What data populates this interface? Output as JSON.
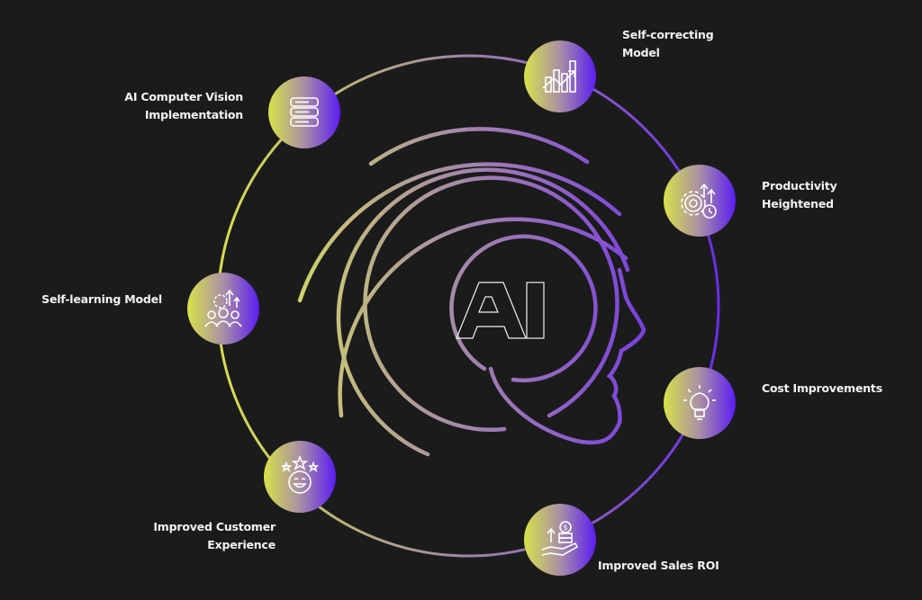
{
  "center_label": "AI",
  "colors": {
    "background": "#1b1b1b",
    "gradient_start": "#d8e24a",
    "gradient_mid": "#a98fa6",
    "gradient_end": "#5a1cf2"
  },
  "nodes": [
    {
      "label_line1": "AI Computer Vision",
      "label_line2": "Implementation",
      "icon": "database-icon"
    },
    {
      "label_line1": "Self-correcting",
      "label_line2": "Model",
      "icon": "growth-chart-icon"
    },
    {
      "label_line1": "Productivity",
      "label_line2": "Heightened",
      "icon": "gear-clock-arrows-icon"
    },
    {
      "label_line1": "Cost Improvements",
      "label_line2": "",
      "icon": "lightbulb-icon"
    },
    {
      "label_line1": "Improved Sales ROI",
      "label_line2": "",
      "icon": "hand-coins-icon"
    },
    {
      "label_line1": "Improved Customer",
      "label_line2": "Experience",
      "icon": "happy-face-stars-icon"
    },
    {
      "label_line1": "Self-learning Model",
      "label_line2": "",
      "icon": "team-growth-icon"
    }
  ]
}
